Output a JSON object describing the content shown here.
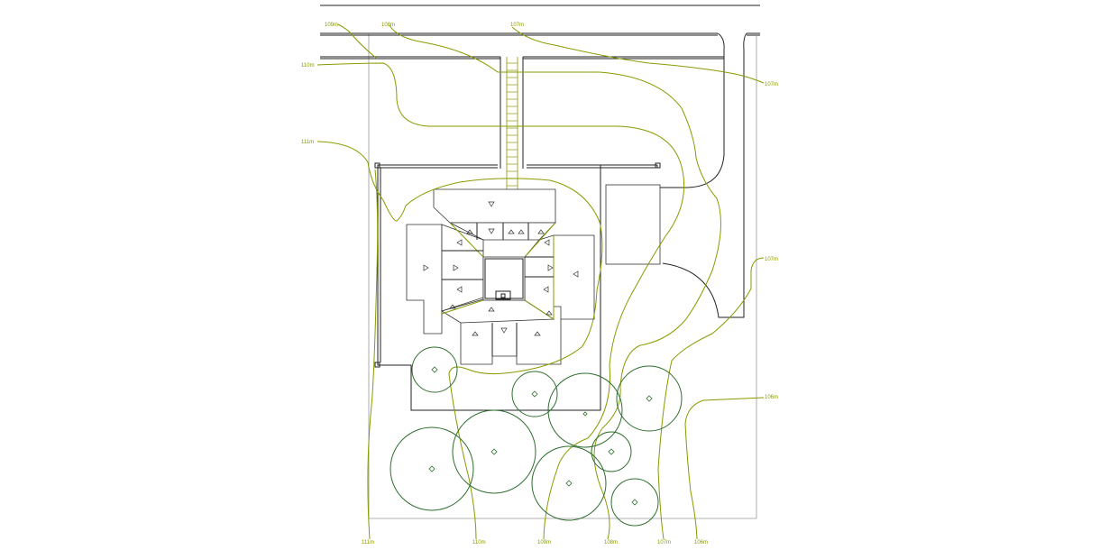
{
  "colors": {
    "contour": "#8a9a00",
    "tree": "#2f6f2f",
    "building": "#333333",
    "lot_line": "#9a9a9a"
  },
  "contour_labels": {
    "top_109": "109m",
    "top_108": "108m",
    "top_107": "107m",
    "left_110": "110m",
    "left_111": "111m",
    "right_107a": "107m",
    "right_107b": "107m",
    "right_106": "106m",
    "bottom_111": "111m",
    "bottom_110": "110m",
    "bottom_109": "109m",
    "bottom_108": "108m",
    "bottom_107": "107m",
    "bottom_106": "106m"
  }
}
